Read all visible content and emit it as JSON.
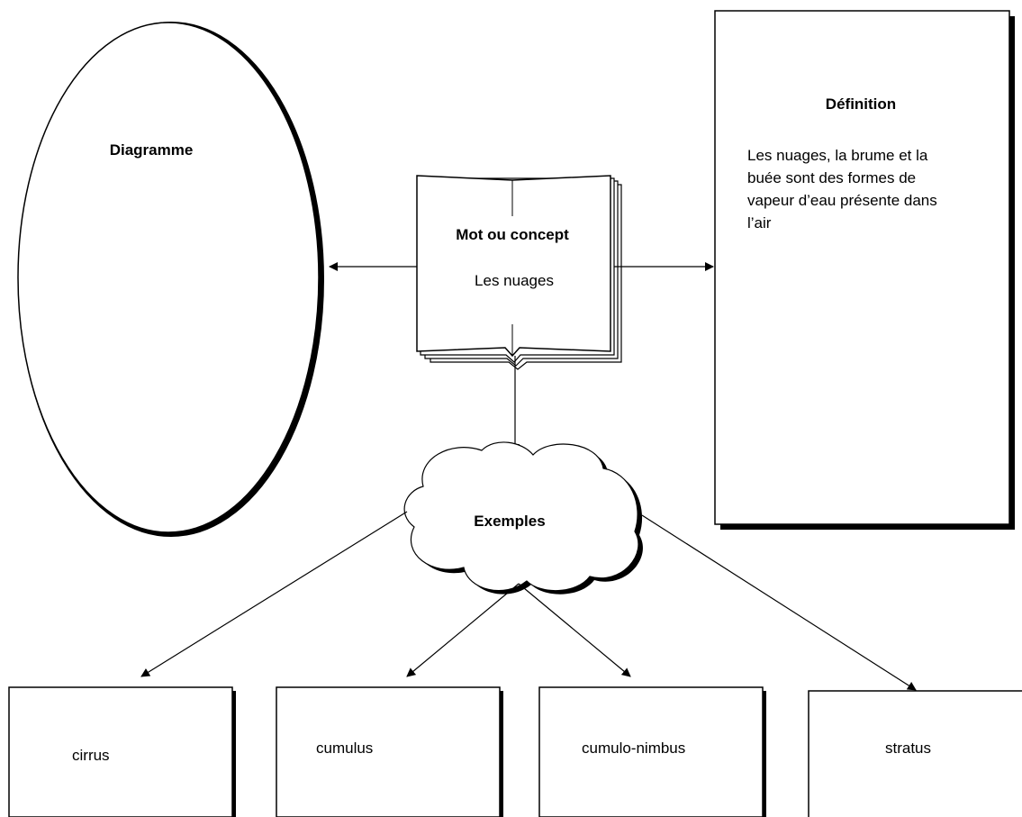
{
  "diagram": {
    "diagram_title": "Diagramme",
    "concept": {
      "title": "Mot ou concept",
      "value": "Les nuages"
    },
    "definition": {
      "title": "Définition",
      "lines": [
        "Les nuages, la brume et la",
        "buée sont des formes de",
        "vapeur d’eau présente dans",
        "l’air"
      ]
    },
    "examples": {
      "title": "Exemples",
      "items": [
        "cirrus",
        "cumulus",
        "cumulo-nimbus",
        "stratus"
      ]
    }
  },
  "colors": {
    "stroke": "#000000",
    "background": "#ffffff"
  }
}
